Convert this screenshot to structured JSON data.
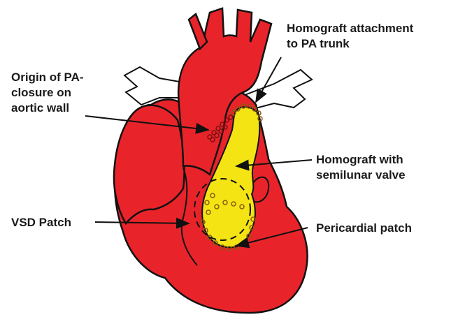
{
  "labels": {
    "homograft_attachment": {
      "line1": "Homograft attachment",
      "line2": "to PA trunk"
    },
    "origin_pa": {
      "line1": "Origin of PA-",
      "line2": "closure on",
      "line3": "aortic wall"
    },
    "homograft_valve": {
      "line1": "Homograft with",
      "line2": "semilunar valve"
    },
    "vsd_patch": {
      "line1": "VSD Patch"
    },
    "pericardial_patch": {
      "line1": "Pericardial patch"
    }
  },
  "colors": {
    "heart": "#e8242a",
    "graft": "#f4e414",
    "outline": "#111111",
    "suture": "#8a5a10"
  }
}
